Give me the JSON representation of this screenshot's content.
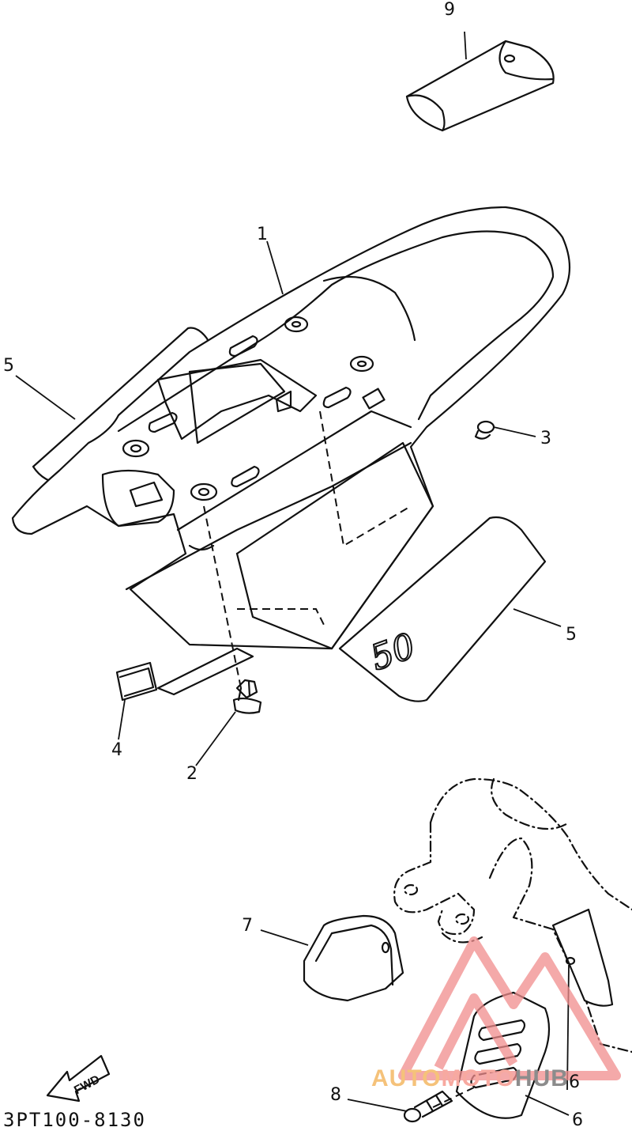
{
  "diagram": {
    "part_code": "3PT100-8130",
    "fwd_label": "FWD",
    "decal_text": "50",
    "callouts": [
      "9",
      "1",
      "5",
      "3",
      "5",
      "4",
      "2",
      "7",
      "6",
      "8",
      "6"
    ]
  },
  "watermark": {
    "auto": "AUTO",
    "moto": "MOTO",
    "hub": "HUB",
    "colors": {
      "auto": "#f5c27a",
      "moto": "#f7a9a0",
      "hub": "#8c8c8c",
      "logo": "#f08c8c"
    }
  }
}
